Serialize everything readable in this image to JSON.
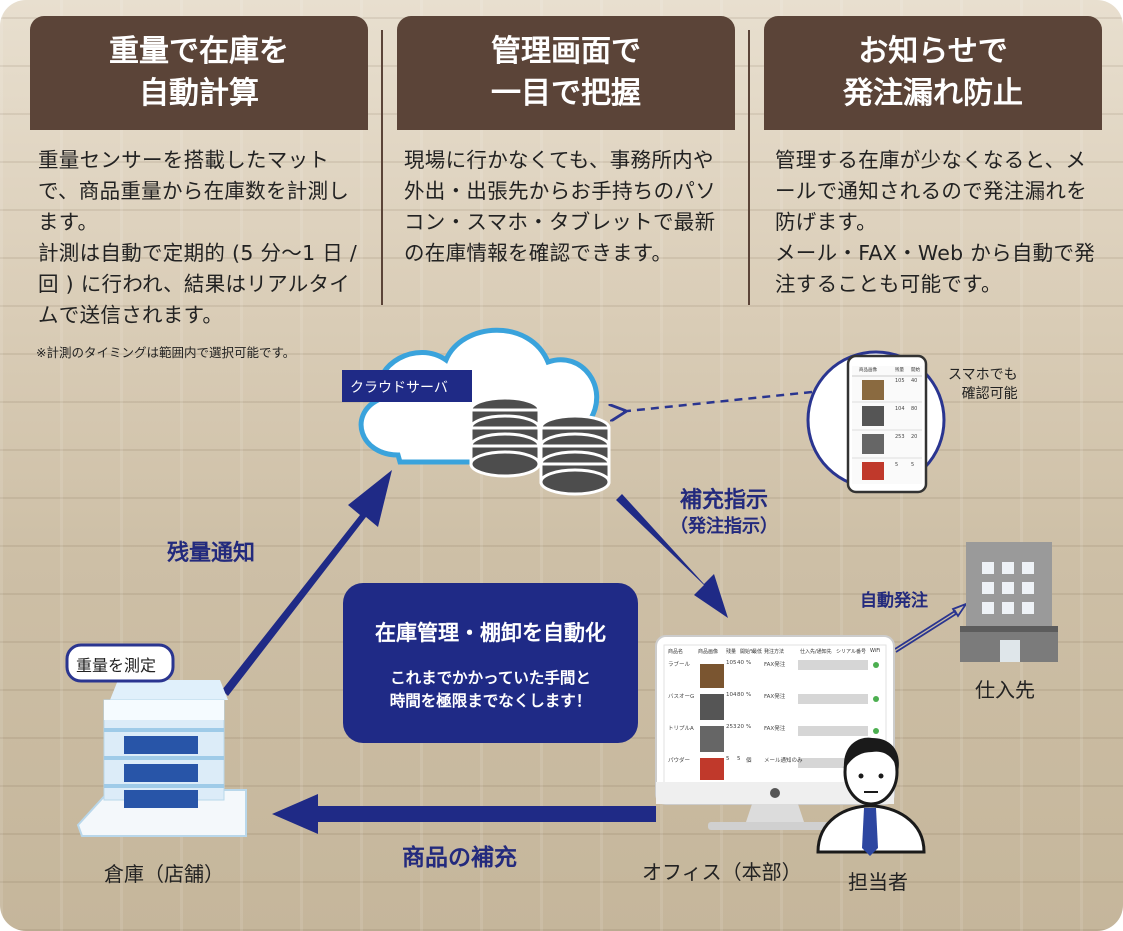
{
  "columns": [
    {
      "title": "重量で在庫を\n自動計算",
      "body": "重量センサーを搭載したマットで、商品重量から在庫数を計測します。\n計測は自動で定期的 (5 分〜1 日 / 回 ) に行われ、結果はリアルタイムで送信されます。",
      "note": "※計測のタイミングは範囲内で選択可能です。"
    },
    {
      "title": "管理画面で\n一目で把握",
      "body": "現場に行かなくても、事務所内や外出・出張先からお手持ちのパソコン・スマホ・タブレットで最新の在庫情報を確認できます。"
    },
    {
      "title": "お知らせで\n発注漏れ防止",
      "body": "管理する在庫が少なくなると、メールで通知されるので発注漏れを防げます。\nメール・FAX・Web から自動で発注することも可能です。"
    }
  ],
  "diagram": {
    "cloud_label": "クラウドサーバ",
    "phone_label": "スマホでも\n確認可能",
    "replenish_label": "補充指示",
    "replenish_sub": "（発注指示）",
    "remaining_label": "残量通知",
    "auto_order_label": "自動発注",
    "restock_label": "商品の補充",
    "measure_badge": "重量を測定",
    "warehouse_caption": "倉庫（店舗）",
    "office_caption": "オフィス（本部）",
    "supplier_caption": "仕入先",
    "person_caption": "担当者",
    "center_title": "在庫管理・棚卸を自動化",
    "center_body": "これまでかかっていた手間と\n時間を極限までなくします！"
  },
  "screen_table": {
    "headers": [
      "商品名",
      "商品画像",
      "残量",
      "開始%",
      "最低",
      "発注方法",
      "仕入先/通知先",
      "シリアル番号",
      "WiFi"
    ],
    "rows": [
      {
        "name": "ラブール",
        "qty": "105",
        "pct": "40",
        "unit": "%",
        "method": "FAX発注"
      },
      {
        "name": "バスオーG",
        "qty": "104",
        "pct": "80",
        "unit": "%",
        "method": "FAX発注"
      },
      {
        "name": "トリプルA",
        "qty": "253",
        "pct": "20",
        "unit": "%",
        "method": "FAX発注"
      },
      {
        "name": "パウダー",
        "qty": "5",
        "pct": "5",
        "unit": "個",
        "method": "メール通知のみ"
      }
    ]
  },
  "phone_table": {
    "headers": [
      "商品画像",
      "残量",
      "開始"
    ],
    "rows": [
      {
        "qty": "105",
        "pct": "40"
      },
      {
        "qty": "104",
        "pct": "80"
      },
      {
        "qty": "253",
        "pct": "20"
      },
      {
        "qty": "5",
        "pct": "5"
      }
    ]
  },
  "colors": {
    "header_brown": "#5b4438",
    "navy": "#1f2a86",
    "cloud_stroke": "#3aa3dc",
    "db_gray": "#4d4d4d"
  }
}
